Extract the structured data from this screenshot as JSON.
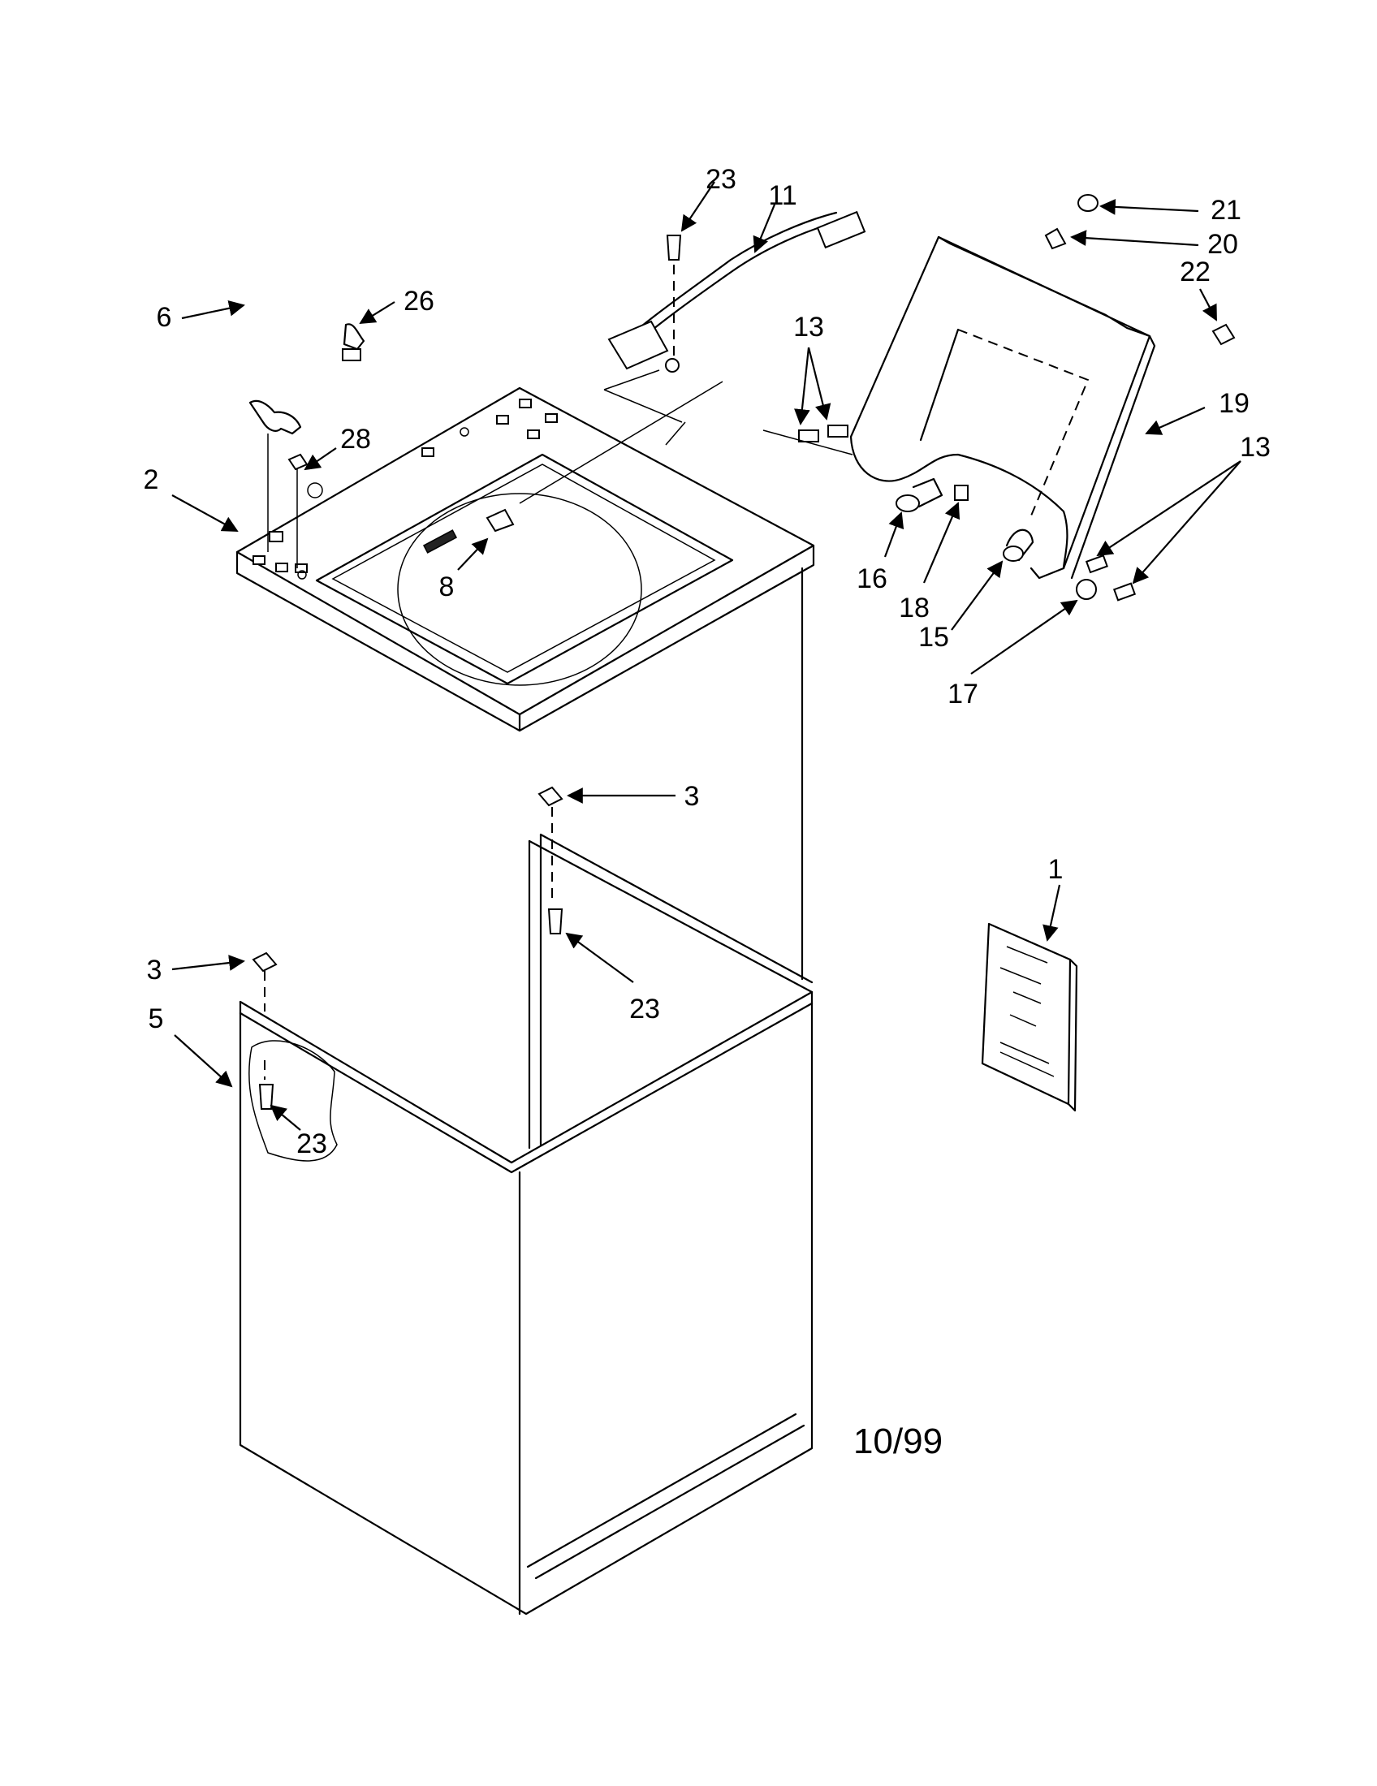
{
  "callouts": {
    "c1": "1",
    "c2": "2",
    "c3a": "3",
    "c3b": "3",
    "c5": "5",
    "c6": "6",
    "c8": "8",
    "c11": "11",
    "c13a": "13",
    "c13b": "13",
    "c15": "15",
    "c16": "16",
    "c17": "17",
    "c18": "18",
    "c19": "19",
    "c20": "20",
    "c21": "21",
    "c22": "22",
    "c23a": "23",
    "c23b": "23",
    "c23c": "23",
    "c26": "26",
    "c28": "28"
  },
  "footer": {
    "date": "10/99"
  }
}
